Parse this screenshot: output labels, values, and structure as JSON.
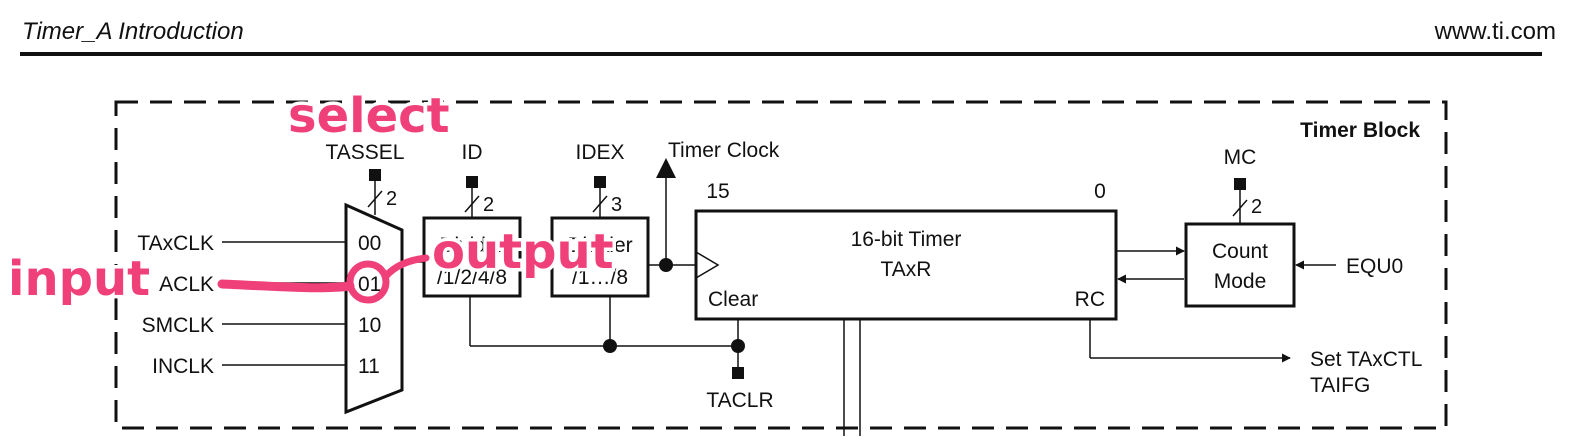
{
  "header": {
    "title": "Timer_A Introduction",
    "site": "www.ti.com"
  },
  "diagram": {
    "block_title": "Timer Block",
    "mux": {
      "control_label": "TASSEL",
      "control_width": "2",
      "inputs": [
        "TAxCLK",
        "ACLK",
        "SMCLK",
        "INCLK"
      ],
      "codes": [
        "00",
        "01",
        "10",
        "11"
      ]
    },
    "divider": {
      "control_label": "ID",
      "control_width": "2",
      "text_top": "Divider",
      "text_bottom": "/1/2/4/8"
    },
    "divider_ex": {
      "control_label": "IDEX",
      "control_width": "3",
      "text_top": "Divider",
      "text_bottom": "/1…/8"
    },
    "timer_clock_label": "Timer Clock",
    "timer": {
      "bit_high": "15",
      "bit_low": "0",
      "title": "16-bit Timer",
      "register": "TAxR",
      "clear": "Clear",
      "rc": "RC"
    },
    "count_mode": {
      "control_label": "MC",
      "control_width": "2",
      "line1": "Count",
      "line2": "Mode",
      "input": "EQU0"
    },
    "taclr": "TACLR",
    "output": {
      "line1": "Set TAxCTL",
      "line2": "TAIFG"
    }
  },
  "annotations": {
    "select": "select",
    "input": "input",
    "output": "output"
  },
  "colors": {
    "annotation": "#f0407a",
    "line": "#111111"
  }
}
